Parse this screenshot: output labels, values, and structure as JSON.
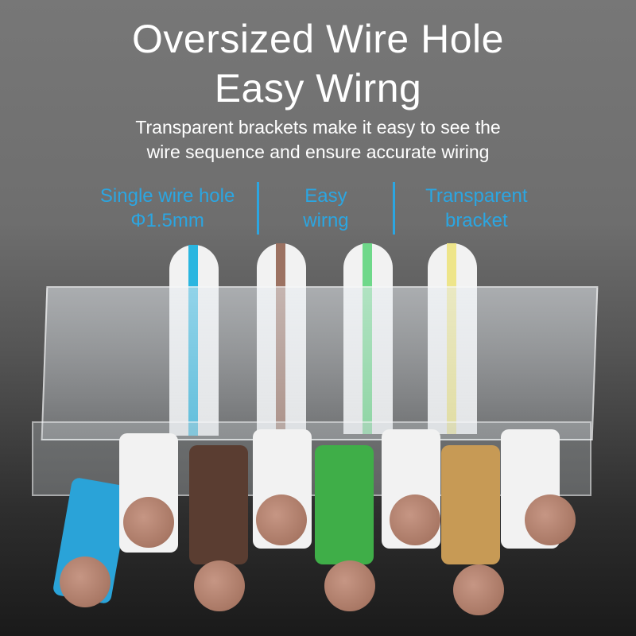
{
  "headline": {
    "line1": "Oversized Wire Hole",
    "line2": "Easy Wirng"
  },
  "subtitle": {
    "line1": "Transparent brackets make it easy to see the",
    "line2": "wire sequence and ensure accurate wiring"
  },
  "features": [
    {
      "line1": "Single wire hole",
      "line2": "Φ1.5mm"
    },
    {
      "line1": "Easy",
      "line2": "wirng"
    },
    {
      "line1": "Transparent",
      "line2": "bracket"
    }
  ],
  "colors": {
    "accent": "#2ba6e2",
    "headline": "#ffffff",
    "background_top": "#777777",
    "background_bottom": "#1a1a1a"
  },
  "wires": [
    {
      "name": "blue",
      "color": "#2aa3d8",
      "type": "solid"
    },
    {
      "name": "white-blue",
      "color": "#2ab6e0",
      "type": "striped"
    },
    {
      "name": "brown",
      "color": "#5a3d31",
      "type": "solid"
    },
    {
      "name": "white-brown",
      "color": "#9c7262",
      "type": "striped"
    },
    {
      "name": "green",
      "color": "#3fae48",
      "type": "solid"
    },
    {
      "name": "white-green",
      "color": "#6fd88a",
      "type": "striped"
    },
    {
      "name": "orange",
      "color": "#c79a55",
      "type": "solid"
    },
    {
      "name": "white-orange",
      "color": "#eee58a",
      "type": "striped"
    }
  ]
}
